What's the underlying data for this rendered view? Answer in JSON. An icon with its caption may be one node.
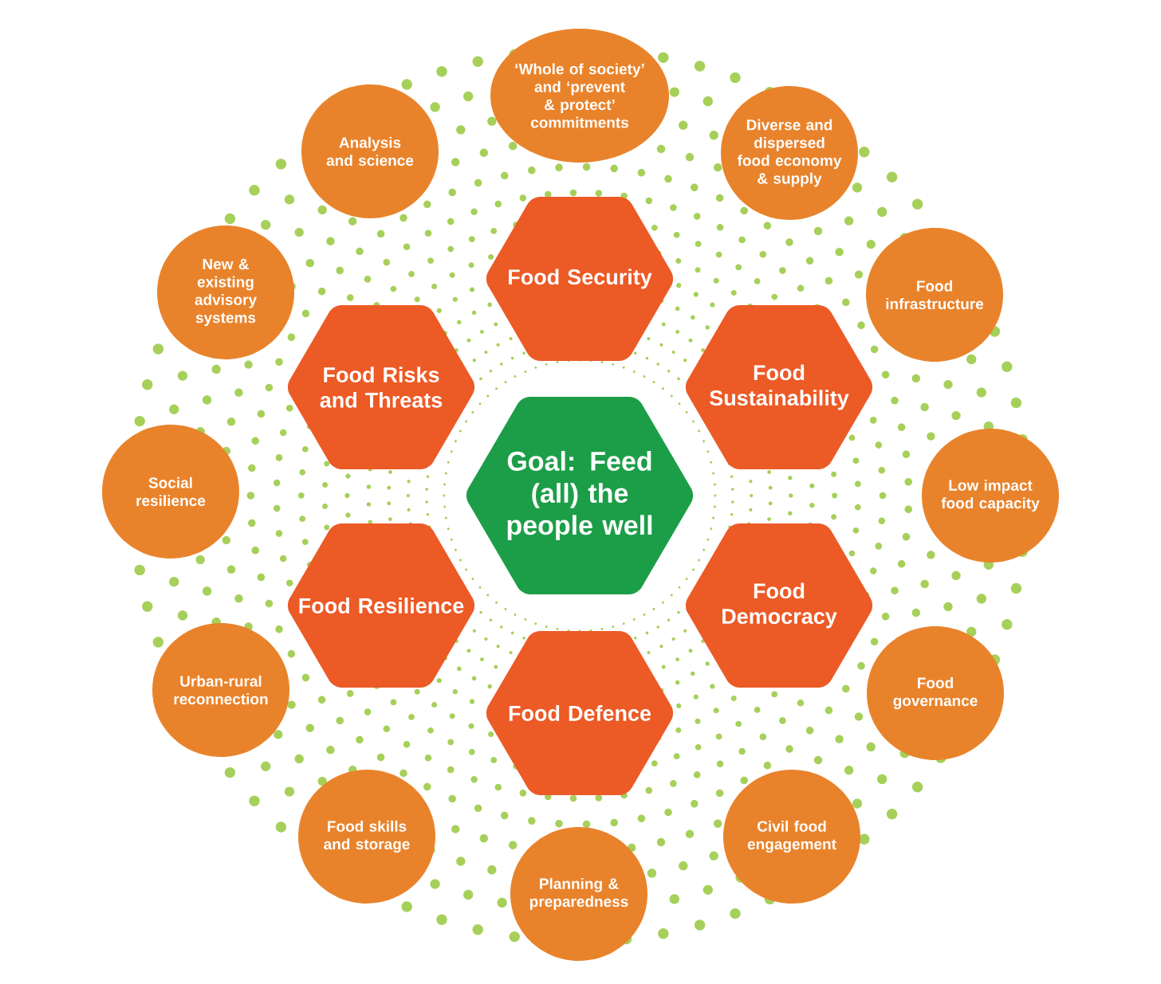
{
  "diagram": {
    "nodes": [
      {
        "text": [
          "Goal: Feed (all) the people well"
        ]
      },
      {
        "text": [
          "Food Security"
        ]
      },
      {
        "text": [
          "Food Risks and Threats"
        ]
      },
      {
        "text": [
          "Food Sustainability"
        ]
      },
      {
        "text": [
          "Food Resilience"
        ]
      },
      {
        "text": [
          "Food Democracy"
        ]
      },
      {
        "text": [
          "Food Defence"
        ]
      },
      {
        "text": [
          "‘Whole of society’ and ‘prevent & protect’ commitments"
        ]
      },
      {
        "text": [
          "Diverse and dispersed food economy & supply"
        ]
      },
      {
        "text": [
          "Food infrastructure"
        ]
      },
      {
        "text": [
          "Low impact food capacity"
        ]
      },
      {
        "text": [
          "Food governance"
        ]
      },
      {
        "text": [
          "Civil food engagement"
        ]
      },
      {
        "text": [
          "Planning & preparedness"
        ]
      },
      {
        "text": [
          "Food skills and storage"
        ]
      },
      {
        "text": [
          "Urban-rural reconnection"
        ]
      },
      {
        "text": [
          "Social resilience"
        ]
      },
      {
        "text": [
          "New & existing advisory systems"
        ]
      },
      {
        "text": [
          "Analysis and science"
        ]
      }
    ]
  }
}
